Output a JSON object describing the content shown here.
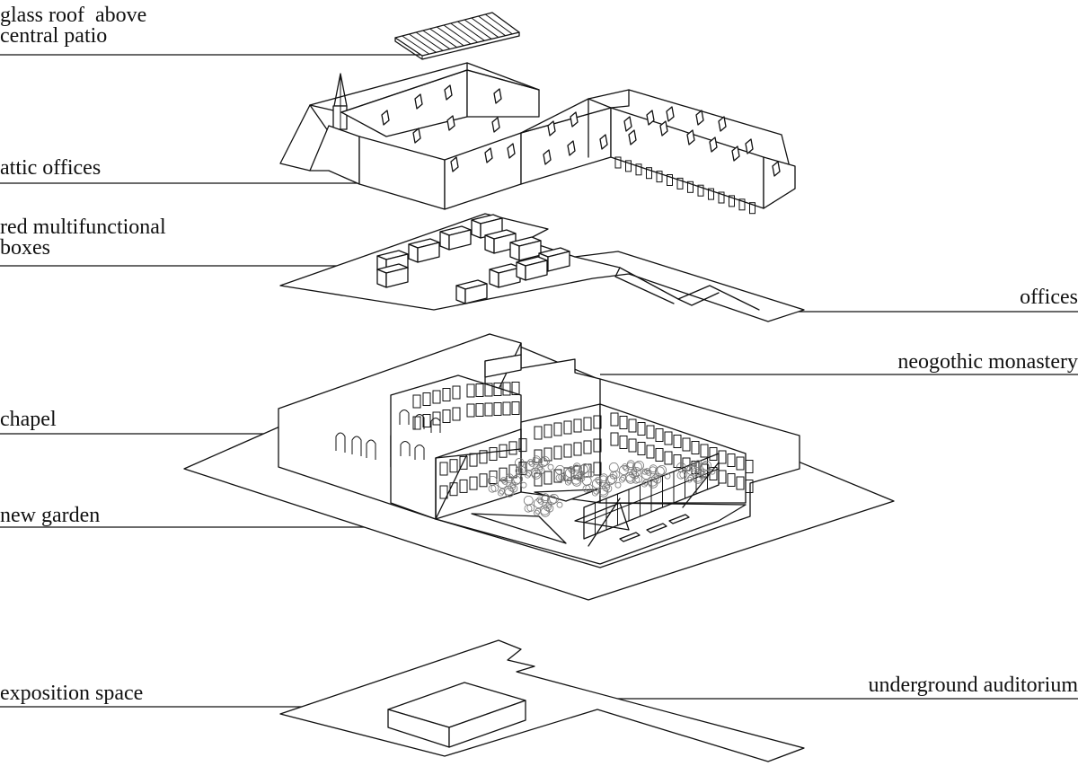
{
  "labels": {
    "glass_roof": "glass roof  above\ncentral patio",
    "attic_offices": "attic offices",
    "red_boxes": "red multifunctional\nboxes",
    "offices": "offices",
    "neogothic": "neogothic monastery",
    "chapel": "chapel",
    "new_garden": "new garden",
    "exposition": "exposition space",
    "auditorium": "underground auditorium"
  },
  "colors": {
    "ink": "#111111",
    "background": "#ffffff"
  }
}
